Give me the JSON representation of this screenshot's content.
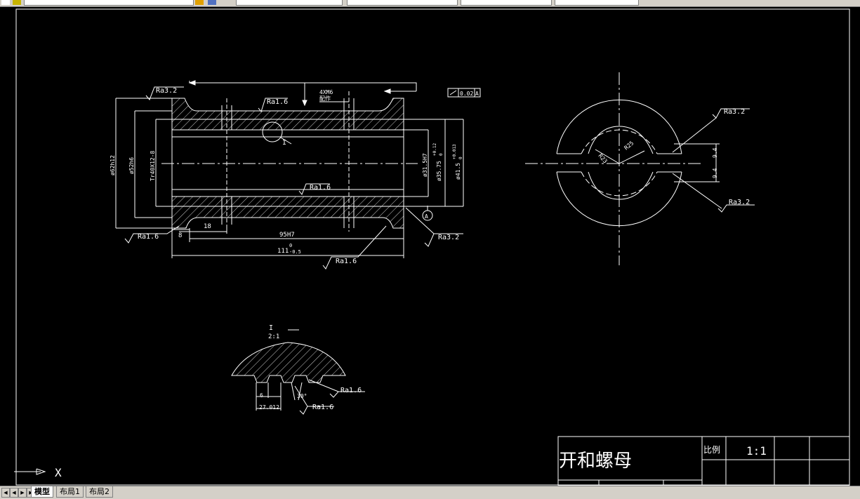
{
  "tabs": {
    "model": "模型",
    "layout1": "布局1",
    "layout2": "布局2"
  },
  "ucs": {
    "x_label": "X"
  },
  "titleblock": {
    "part_name": "开和螺母",
    "scale_label": "比例",
    "scale_value": "1:1"
  },
  "drawing": {
    "ra32": "Ra3.2",
    "ra16": "Ra1.6",
    "thread_note": "4XM6",
    "thread_sub": "配作",
    "tolerance_value": "0.02",
    "datum": "A",
    "dim_d62": "ø62h12",
    "dim_d52": "ø52h6",
    "dim_tr": "Tr40X12-8",
    "dim_d315": "ø31.5H7",
    "dim_d3575": "ø35.75",
    "dim_d3575_tol": "+0.12",
    "dim_d3575_tol2": "0",
    "dim_d415": "ø41.5",
    "dim_d415_tol": "+0.013",
    "dim_d415_tol2": "0",
    "dim_8": "8",
    "dim_18": "18",
    "dim_95": "95H7",
    "dim_111": "111",
    "dim_111_tol": "0",
    "dim_111_tol2": "-0.5",
    "detail_ref": "I",
    "detail_scale": "2:1",
    "r23": "R23",
    "r25": "R25",
    "dim_94a": "9.4",
    "dim_94b": "9.4",
    "dim_6": "6",
    "dim_30deg": "30°",
    "dim_27": "27.012"
  },
  "colors": {
    "background": "#000000",
    "lines": "#ffffff",
    "ui": "#d4d0c8"
  }
}
